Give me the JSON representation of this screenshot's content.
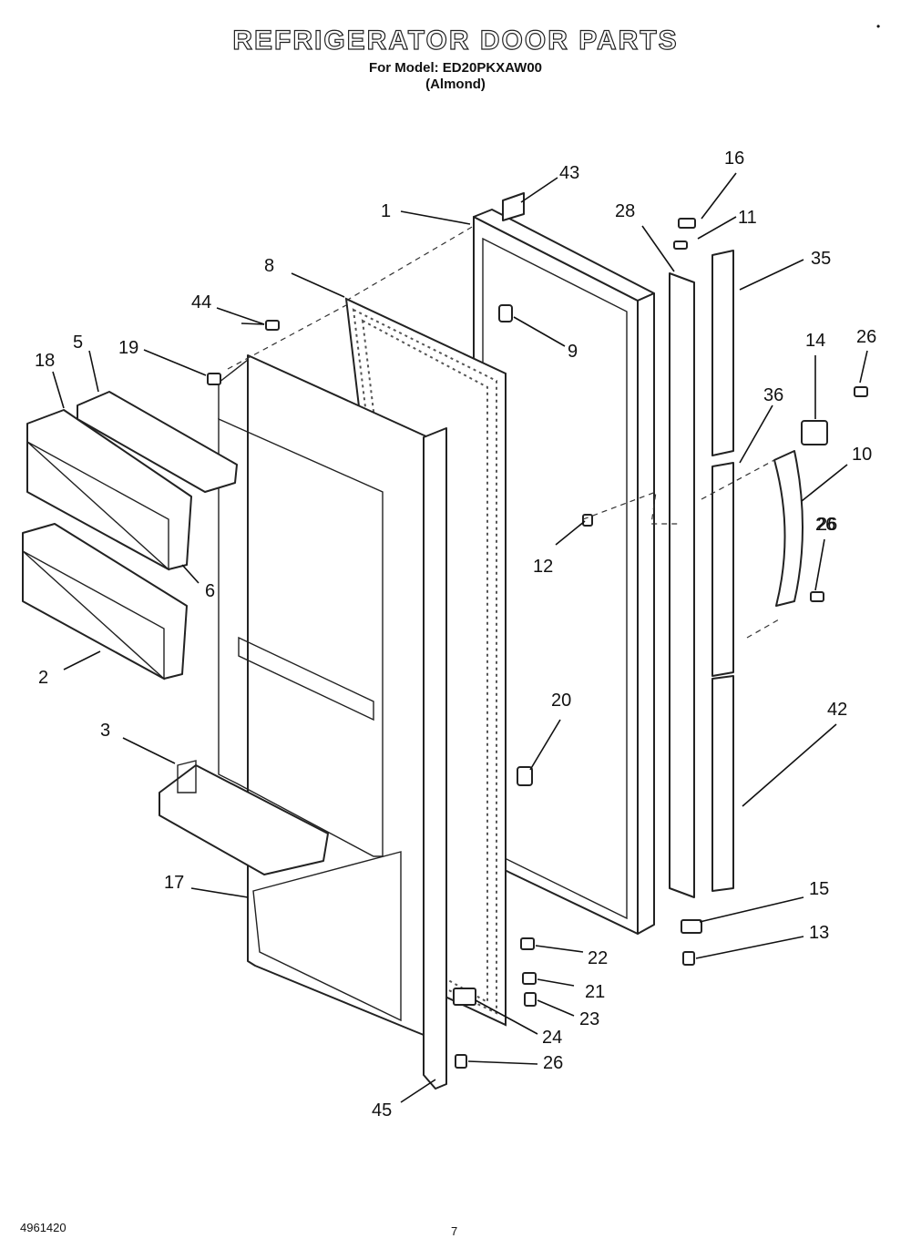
{
  "header": {
    "title": "REFRIGERATOR DOOR PARTS",
    "model_line": "For Model: ED20PKXAW00",
    "color_line": "(Almond)"
  },
  "footer": {
    "drawing_number": "4961420",
    "page_number": "7",
    "corner_mark": "•"
  },
  "callouts": [
    "1",
    "2",
    "3",
    "5",
    "6",
    "8",
    "9",
    "10",
    "11",
    "12",
    "13",
    "14",
    "15",
    "16",
    "17",
    "18",
    "19",
    "20",
    "21",
    "22",
    "23",
    "24",
    "26",
    "26",
    "26",
    "26",
    "28",
    "35",
    "36",
    "42",
    "43",
    "44",
    "45"
  ],
  "colors": {
    "line": "#222222",
    "background": "#ffffff"
  }
}
